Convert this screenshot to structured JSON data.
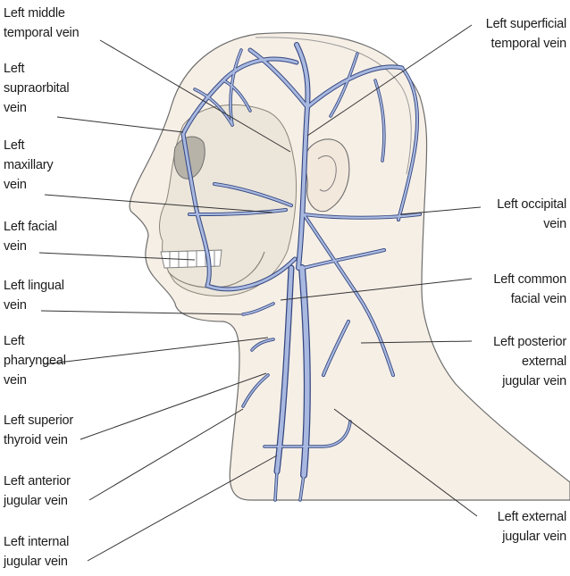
{
  "diagram": {
    "labels_left": [
      {
        "id": "middle-temporal",
        "text": "Left middle\ntemporal vein"
      },
      {
        "id": "supraorbital",
        "text": "Left\nsupraorbital\nvein"
      },
      {
        "id": "maxillary",
        "text": "Left\nmaxillary\nvein"
      },
      {
        "id": "facial",
        "text": "Left facial\nvein"
      },
      {
        "id": "lingual",
        "text": "Left lingual\nvein"
      },
      {
        "id": "pharyngeal",
        "text": "Left\npharyngeal\nvein"
      },
      {
        "id": "superior-thyroid",
        "text": "Left superior\nthyroid vein"
      },
      {
        "id": "anterior-jugular",
        "text": "Left anterior\njugular vein"
      },
      {
        "id": "internal-jugular",
        "text": "Left internal\njugular vein"
      }
    ],
    "labels_right": [
      {
        "id": "superficial-temporal",
        "text": "Left superficial\ntemporal vein"
      },
      {
        "id": "occipital",
        "text": "Left occipital\nvein"
      },
      {
        "id": "common-facial",
        "text": "Left common\nfacial vein"
      },
      {
        "id": "posterior-external-jugular",
        "text": "Left posterior\nexternal\njugular vein"
      },
      {
        "id": "external-jugular",
        "text": "Left external\njugular vein"
      }
    ],
    "colors": {
      "vein_fill": "#a8b8e0",
      "vein_stroke": "#34477f",
      "skin": "#f6efe6",
      "skull": "#ece6da",
      "outline": "#6d6d6d",
      "leader": "#333333"
    }
  }
}
